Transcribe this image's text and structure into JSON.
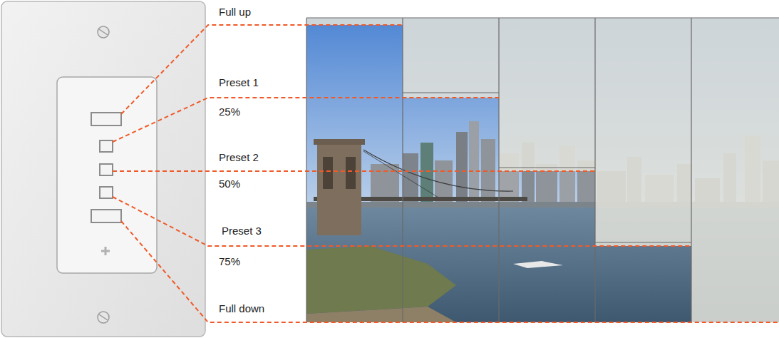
{
  "diagram": {
    "labels": [
      "Full up",
      "Preset 1",
      "25%",
      "Preset 2",
      "50%",
      "Preset 3",
      "75%",
      "Full down"
    ]
  }
}
